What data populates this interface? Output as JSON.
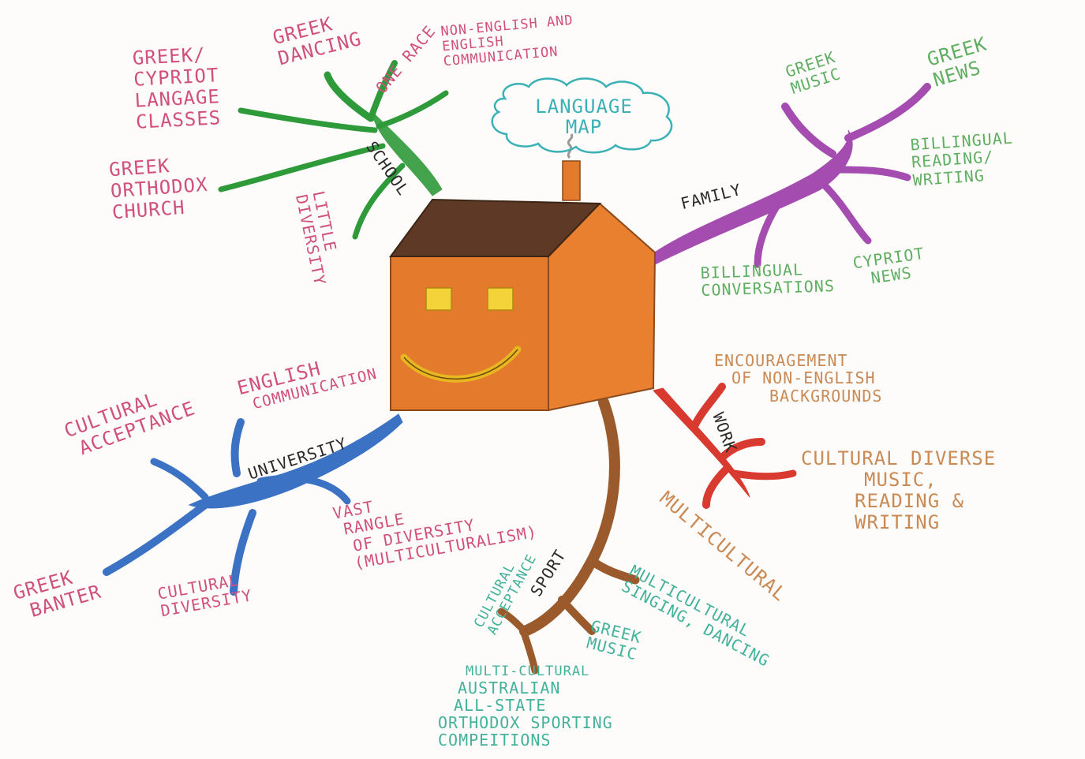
{
  "title": [
    "LANGUAGE",
    "MAP"
  ],
  "branches": {
    "school": {
      "name": "SCHOOL",
      "color": "#2e9a3a",
      "items": [
        [
          "GREEK",
          "DANCING"
        ],
        [
          "ONE RACE"
        ],
        [
          "NON-ENGLISH AND",
          "ENGLISH",
          "COMMUNICATION"
        ],
        [
          "GREEK/",
          "CYPRIOT",
          "LANGAGE",
          "CLASSES"
        ],
        [
          "GREEK",
          "ORTHODOX",
          "CHURCH"
        ],
        [
          "LITTLE",
          "DIVERSITY"
        ]
      ]
    },
    "family": {
      "name": "FAMILY",
      "color": "#a54cb0",
      "items": [
        [
          "GREEK",
          "MUSIC"
        ],
        [
          "GREEK",
          "NEWS"
        ],
        [
          "BILLINGUAL",
          "READING/",
          "WRITING"
        ],
        [
          "BILLINGUAL",
          "CONVERSATIONS"
        ],
        [
          "CYPRIOT",
          "NEWS"
        ]
      ]
    },
    "work": {
      "name": "WORK",
      "color": "#d93a2f",
      "items": [
        [
          "ENCOURAGEMENT",
          "OF NON-ENGLISH",
          "BACKGROUNDS"
        ],
        [
          "CULTURAL DIVERSE",
          "MUSIC,",
          "READING &",
          "WRITING"
        ],
        [
          "MULTICULTURAL"
        ]
      ]
    },
    "sport": {
      "name": "SPORT",
      "color": "#9a5a2c",
      "items": [
        [
          "CULTURAL",
          "ACCEPTANCE"
        ],
        [
          "MULTICULTURAL",
          "SINGING, DANCING"
        ],
        [
          "GREEK",
          "MUSIC"
        ],
        [
          "MULTI-CULTURAL",
          "AUSTRALIAN",
          "ALL-STATE",
          "ORTHODOX SPORTING",
          "COMPEITIONS"
        ]
      ]
    },
    "university": {
      "name": "UNIVERSITY",
      "color": "#3b72c4",
      "items": [
        [
          "CULTURAL",
          "ACCEPTANCE"
        ],
        [
          "ENGLISH",
          "COMMUNICATION"
        ],
        [
          "VAST",
          "RANGLE",
          "OF DIVERSITY",
          "(MULTICULTURALISM)"
        ],
        [
          "GREEK",
          "BANTER"
        ],
        [
          "CULTURAL",
          "DIVERSITY"
        ]
      ]
    }
  },
  "colors": {
    "house_wall": "#e47a2c",
    "house_roof": "#5e3a26",
    "window": "#f3d23a",
    "smile": "#e7b620",
    "title_cloud": "#3bb1b5"
  }
}
